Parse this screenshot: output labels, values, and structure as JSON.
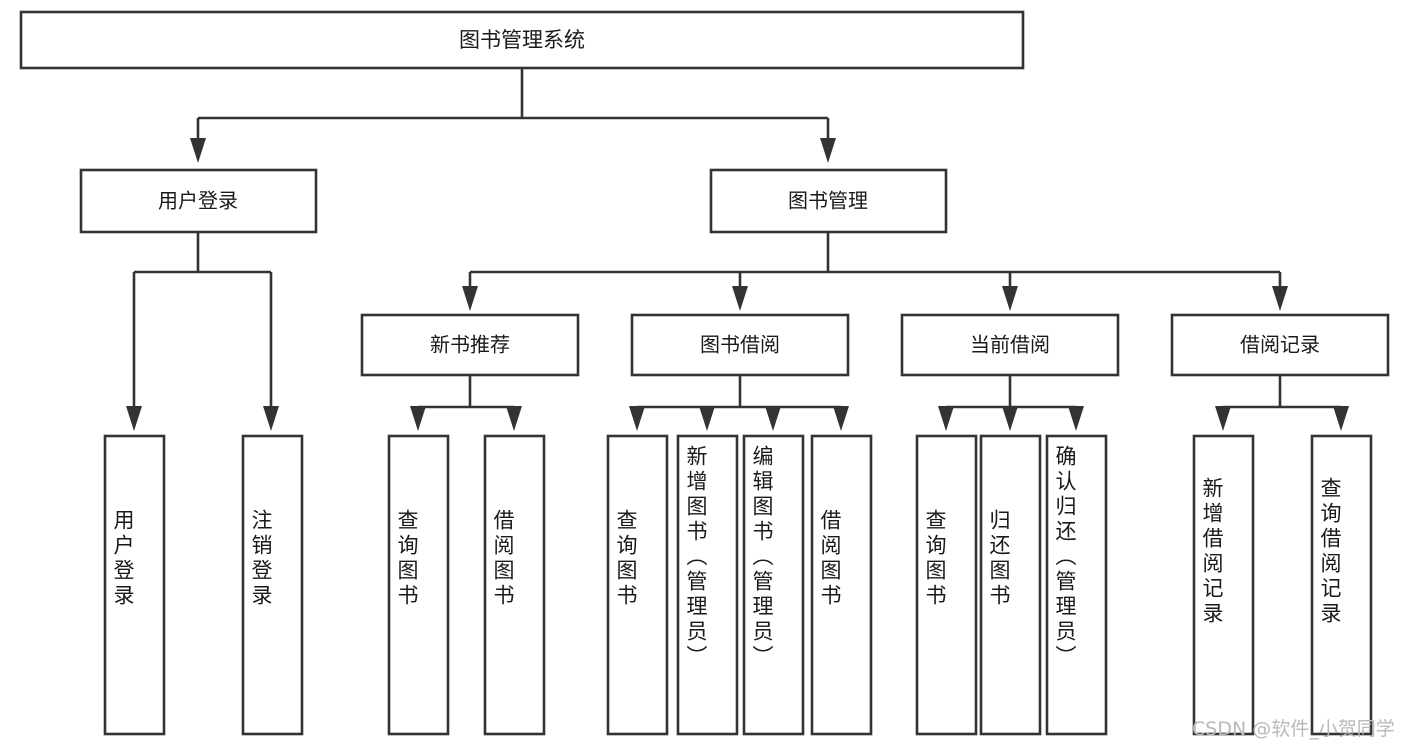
{
  "diagram": {
    "title": "图书管理系统",
    "type": "tree-hierarchy-diagram",
    "colors": {
      "stroke": "#333333",
      "fill": "#ffffff",
      "text": "#1a1a1a",
      "watermark": "#b9b9b9"
    },
    "root": {
      "label": "图书管理系统"
    },
    "level2": [
      {
        "label": "用户登录"
      },
      {
        "label": "图书管理"
      }
    ],
    "level3": [
      {
        "label": "新书推荐"
      },
      {
        "label": "图书借阅"
      },
      {
        "label": "当前借阅"
      },
      {
        "label": "借阅记录"
      }
    ],
    "leaves": {
      "user_login": [
        {
          "label": "用户登录"
        },
        {
          "label": "注销登录"
        }
      ],
      "new_book_recommend": [
        {
          "label": "查询图书"
        },
        {
          "label": "借阅图书"
        }
      ],
      "book_borrow": [
        {
          "label": "查询图书"
        },
        {
          "label": "新增图书（管理员）"
        },
        {
          "label": "编辑图书（管理员）"
        },
        {
          "label": "借阅图书"
        }
      ],
      "current_borrow": [
        {
          "label": "查询图书"
        },
        {
          "label": "归还图书"
        },
        {
          "label": "确认归还（管理员）"
        }
      ],
      "borrow_record": [
        {
          "label": "新增借阅记录"
        },
        {
          "label": "查询借阅记录"
        }
      ]
    }
  },
  "watermark": {
    "text": "CSDN @软件_小贺同学"
  }
}
